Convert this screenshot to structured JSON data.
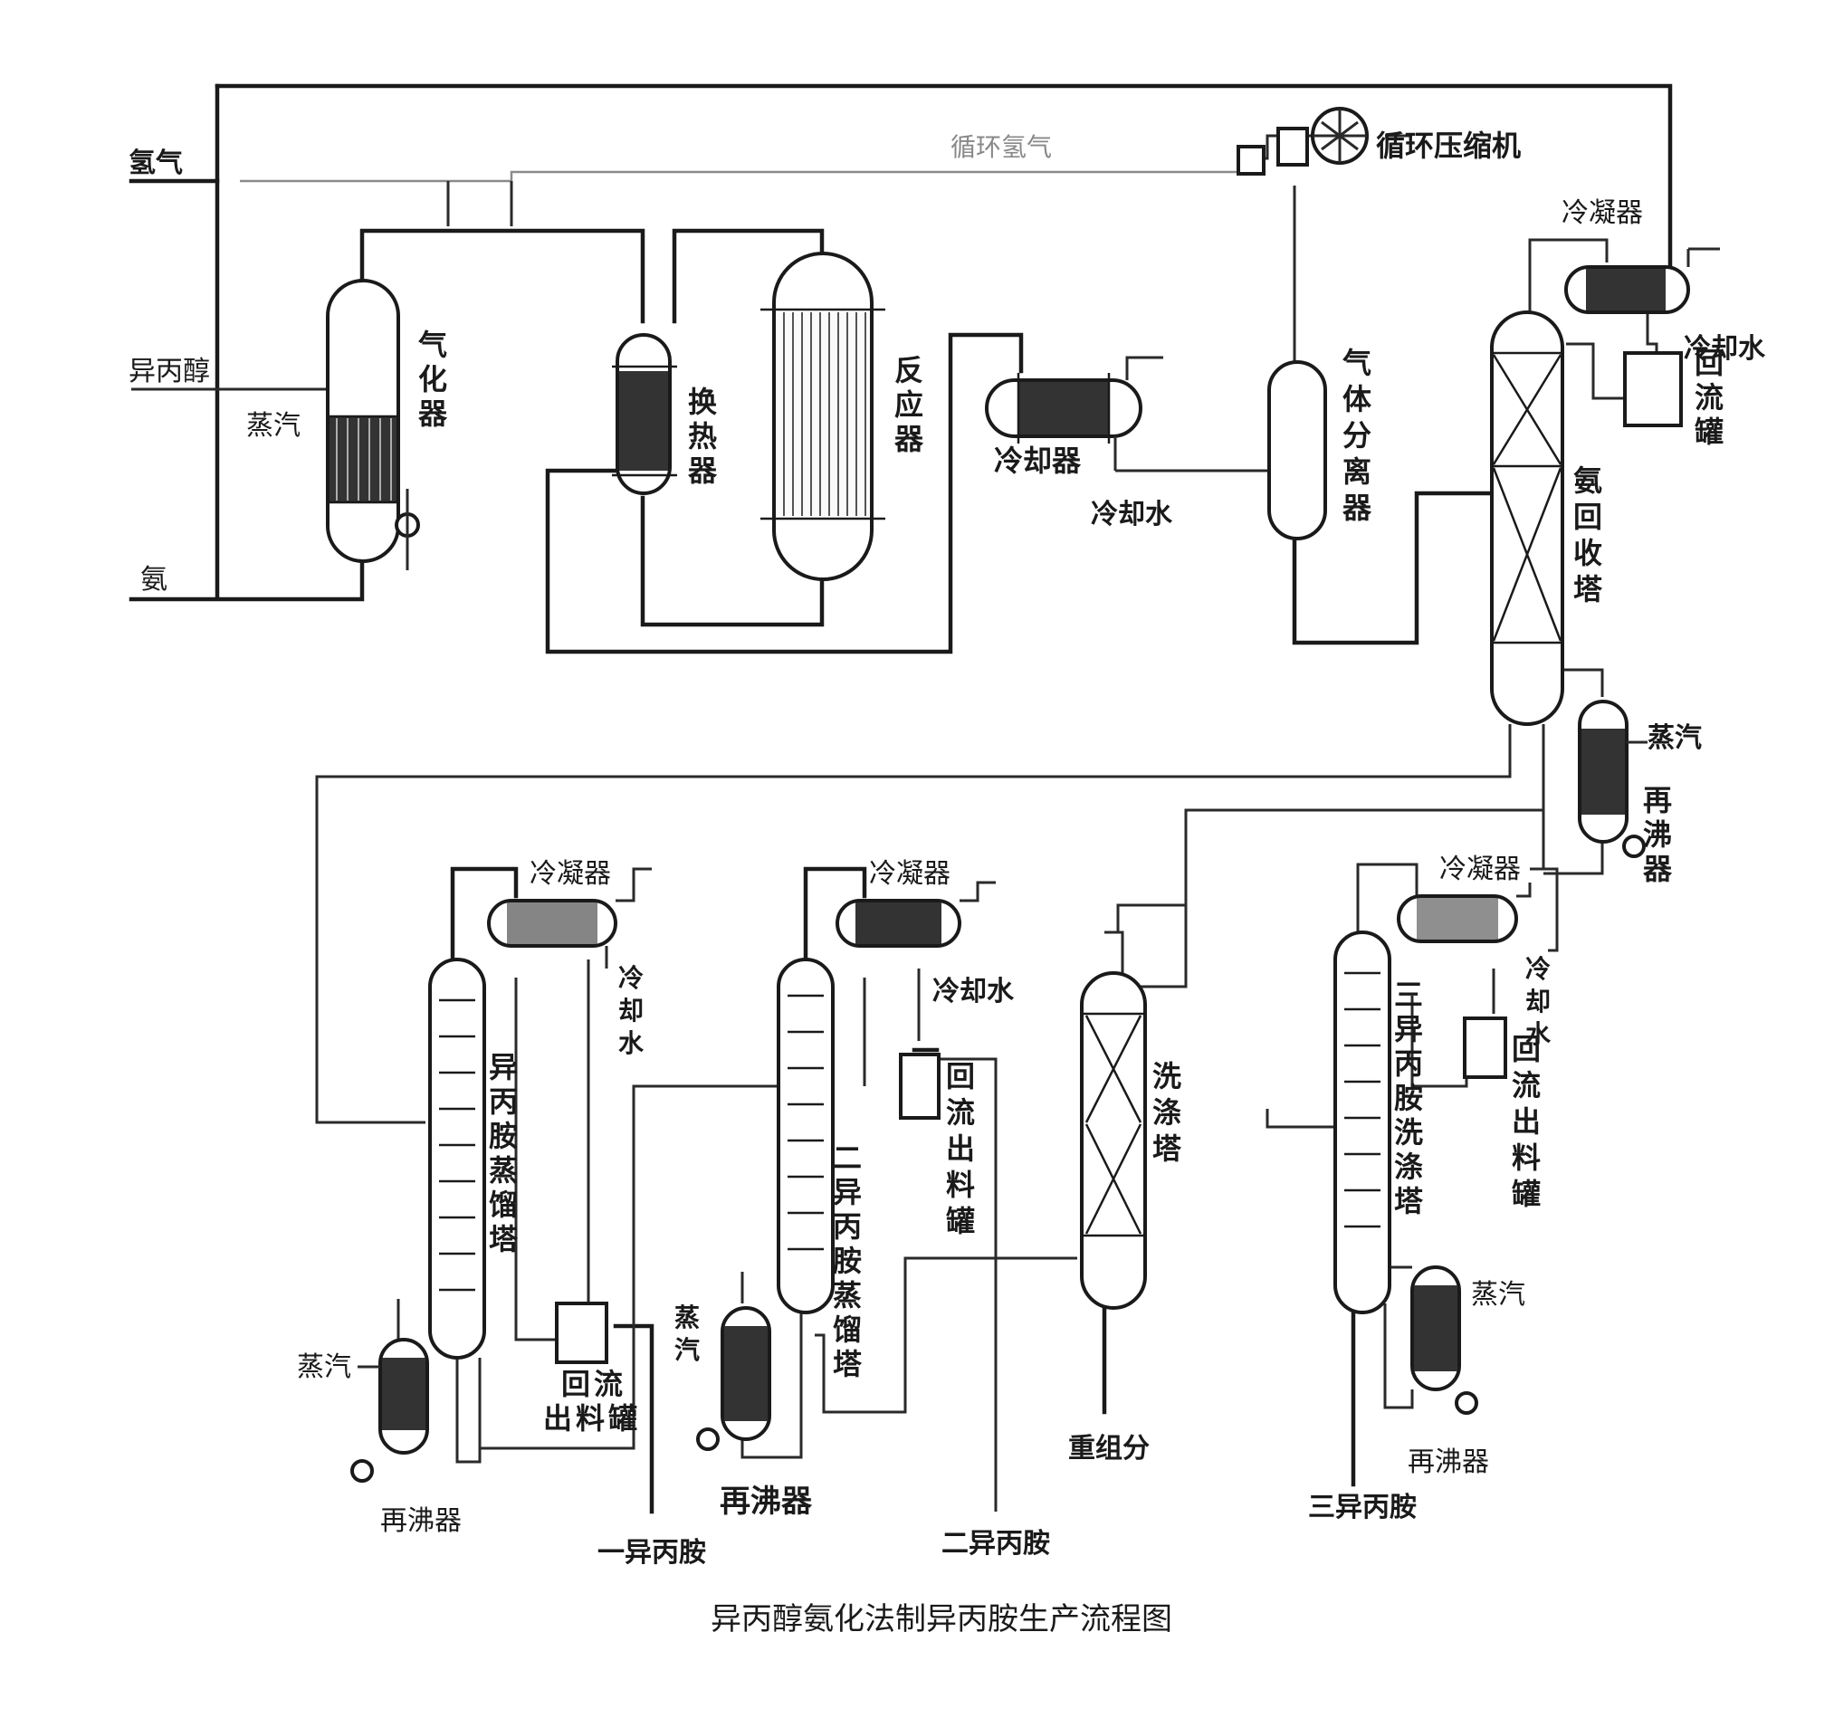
{
  "title": "异丙醇氨化法制异丙胺生产流程图",
  "feeds": {
    "hydrogen": "氢气",
    "isopropanol": "异丙醇",
    "ammonia": "氨"
  },
  "recycle_gas": "循环氢气",
  "compressor": "循环压缩机",
  "equipment": {
    "vaporizer": "气化器",
    "heat_exchanger": "换热器",
    "reactor": "反应器",
    "cooler": "冷却器",
    "gas_separator": "气体分离器",
    "ammonia_recovery_tower": "氨回收塔",
    "condenser_top": "冷凝器",
    "reflux_tank_top": "回流罐",
    "ipa_distillation_tower": "异丙胺蒸馏塔",
    "dipa_distillation_tower": "二异丙胺蒸馏塔",
    "washing_tower": "洗涤塔",
    "tipa_washing_tower": "三异丙胺洗涤塔",
    "condenser_1": "冷凝器",
    "condenser_2": "冷凝器",
    "condenser_3": "冷凝器",
    "reflux_discharge_tank_1": "回流出料罐",
    "reflux_discharge_tank_2": "回流出料罐",
    "reflux_discharge_tank_3": "回流出料罐",
    "reboiler_top": "再沸器",
    "reboiler_1": "再沸器",
    "reboiler_2": "再沸器",
    "reboiler_3": "再沸器"
  },
  "utilities": {
    "steam_vaporizer": "蒸汽",
    "steam_top": "蒸汽",
    "steam_1": "蒸汽",
    "steam_2": "蒸汽",
    "steam_3": "蒸汽",
    "cooling_water_cooler": "冷却水",
    "cooling_water_top": "冷却水",
    "cooling_water_1": "冷却水",
    "cooling_water_2": "冷却水",
    "cooling_water_3": "冷却水"
  },
  "products": {
    "mipa": "一异丙胺",
    "dipa": "二异丙胺",
    "heavy": "重组分",
    "tipa": "三异丙胺"
  }
}
